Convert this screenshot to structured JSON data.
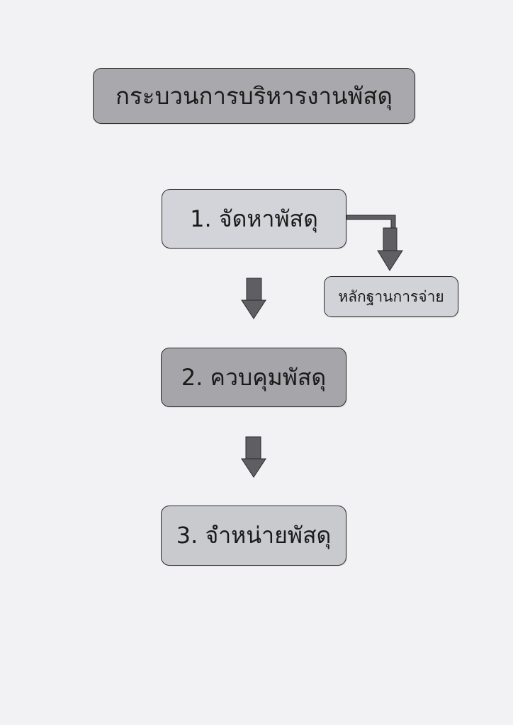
{
  "diagram": {
    "title": "กระบวนการบริหารงานพัสดุ",
    "steps": [
      {
        "label": "1. จัดหาพัสดุ"
      },
      {
        "label": "2. ควบคุมพัสดุ"
      },
      {
        "label": "3. จำหน่ายพัสดุ"
      }
    ],
    "side_output": {
      "label": "หลักฐานการจ่าย"
    },
    "colors": {
      "page_background": "#f2f2f4",
      "title_fill": "#a9a9ad",
      "step1_fill": "#d3d4d9",
      "step2_fill": "#a6a6aa",
      "step3_fill": "#c9cace",
      "side_output_fill": "#d2d3d8",
      "arrow_fill": "#5f5f63",
      "outline": "#2b2b2b"
    }
  }
}
